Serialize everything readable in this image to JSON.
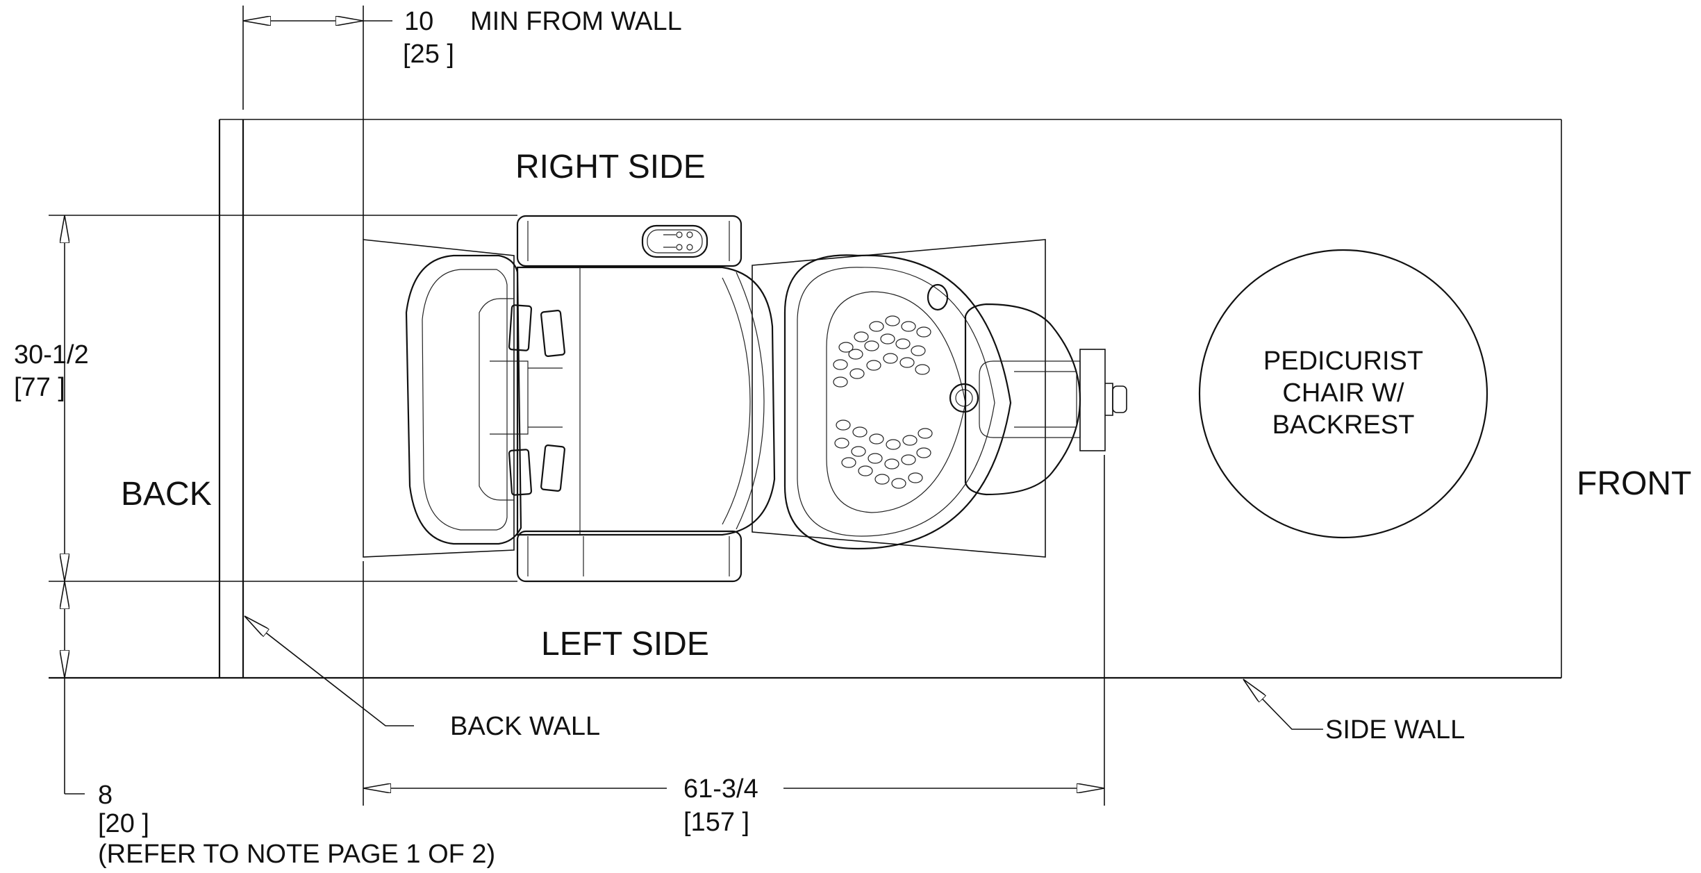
{
  "labels": {
    "right_side": "RIGHT SIDE",
    "left_side": "LEFT SIDE",
    "back": "BACK",
    "front": "FRONT",
    "back_wall": "BACK WALL",
    "side_wall": "SIDE WALL",
    "pedicurist_chair": [
      "PEDICURIST",
      "CHAIR W/",
      "BACKREST"
    ]
  },
  "dimensions": {
    "min_from_wall": {
      "value": "10",
      "metric": "[25 ]",
      "note": "MIN FROM WALL"
    },
    "depth": {
      "value": "30-1/2",
      "metric": "[77 ]"
    },
    "side_clearance": {
      "value": "8",
      "metric": "[20 ]",
      "note": "(REFER TO NOTE PAGE 1 OF 2)"
    },
    "length": {
      "value": "61-3/4",
      "metric": "[157 ]"
    }
  }
}
